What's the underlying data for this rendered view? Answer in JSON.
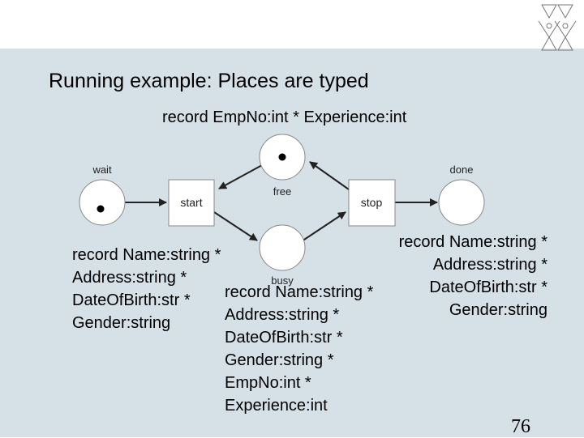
{
  "slide": {
    "title": "Running example: Places are typed",
    "page_number": "76"
  },
  "diagram": {
    "place_type_free": "record EmpNo:int * Experience:int",
    "places": {
      "wait": "wait",
      "free": "free",
      "done": "done",
      "busy": "busy"
    },
    "transitions": {
      "start": "start",
      "stop": "stop"
    },
    "type_left": [
      "record Name:string *",
      "Address:string *",
      "DateOfBirth:str *",
      "Gender:string"
    ],
    "type_middle": [
      "record Name:string *",
      "Address:string *",
      "DateOfBirth:str *",
      "Gender:string *",
      "EmpNo:int *",
      "Experience:int"
    ],
    "type_right": [
      "record Name:string *",
      "Address:string *",
      "DateOfBirth:str *",
      "Gender:string"
    ]
  },
  "colors": {
    "band": "#ffffff",
    "body": "#d6e0e7",
    "node_fill": "#ffffff",
    "node_stroke": "#888888",
    "arc": "#222222",
    "token": "#000000"
  }
}
